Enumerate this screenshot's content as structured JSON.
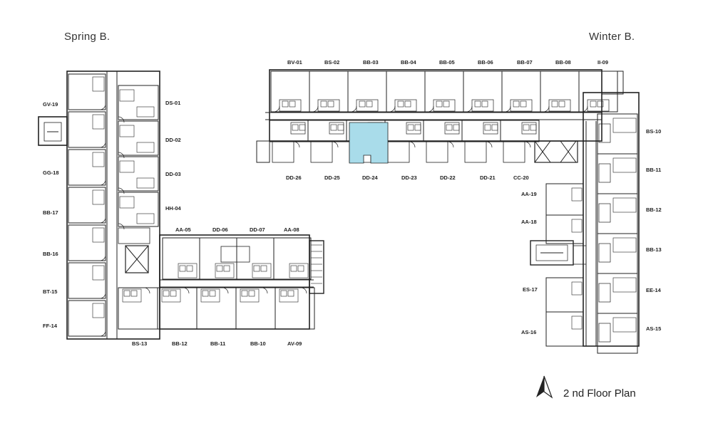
{
  "buildings": {
    "left": "Spring B.",
    "right": "Winter B."
  },
  "plan_title": "2 nd Floor Plan",
  "highlight_color": "#a9dcea",
  "highlighted_unit": "DD-24",
  "units": {
    "top_row": [
      "BV-01",
      "BS-02",
      "BB-03",
      "BB-04",
      "BB-05",
      "BB-06",
      "BB-07",
      "BB-08",
      "II-09"
    ],
    "mid_row": [
      "DD-26",
      "DD-25",
      "DD-24",
      "DD-23",
      "DD-22",
      "DD-21",
      "CC-20"
    ],
    "winter_left": [
      "AA-19",
      "AA-18",
      "ES-17",
      "AS-16"
    ],
    "winter_right": [
      "BS-10",
      "BB-11",
      "BB-12",
      "BB-13",
      "EE-14",
      "AS-15"
    ],
    "spring_left": [
      "GV-19",
      "GG-18",
      "BB-17",
      "BB-16",
      "BT-15",
      "FF-14"
    ],
    "spring_right": [
      "DS-01",
      "DD-02",
      "DD-03",
      "HH-04"
    ],
    "spring_wing_top": [
      "AA-05",
      "DD-06",
      "DD-07",
      "AA-08"
    ],
    "spring_wing_bottom": [
      "BS-13",
      "BB-12",
      "BB-11",
      "BB-10",
      "AV-09"
    ]
  }
}
